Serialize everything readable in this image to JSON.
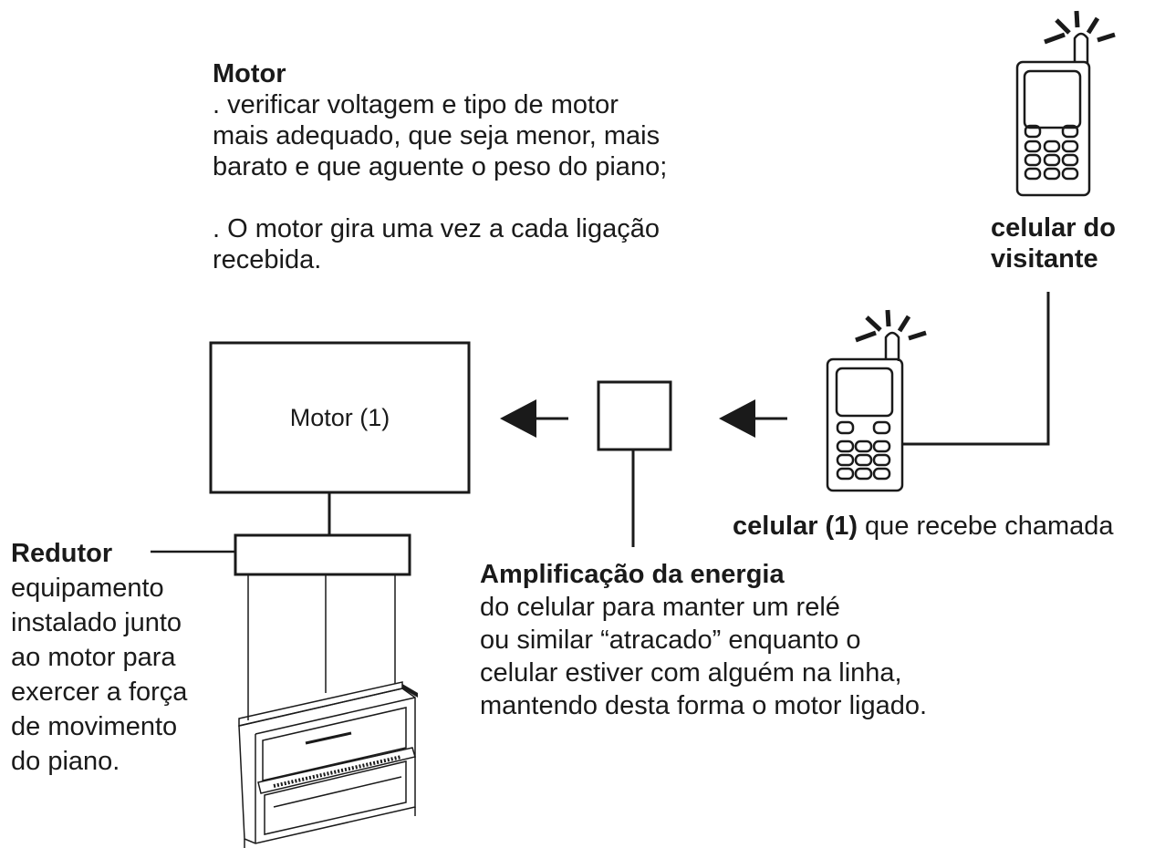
{
  "motor_note": {
    "title": "Motor",
    "lines": [
      ". verificar voltagem e tipo de motor",
      "mais adequado, que seja menor, mais",
      "barato e que aguente o peso do piano;",
      "",
      ". O motor gira uma vez a cada ligação",
      "recebida."
    ]
  },
  "motor_box": {
    "label": "Motor (1)"
  },
  "visitor_phone": {
    "caption_lines": [
      "celular do",
      "visitante"
    ]
  },
  "receiver_phone": {
    "caption_bold": "celular (1)",
    "caption_rest": " que recebe chamada"
  },
  "amplifier": {
    "title": "Amplificação da energia",
    "lines": [
      "do celular para manter um relé",
      "ou similar “atracado” enquanto o",
      "celular estiver com alguém na linha,",
      "mantendo desta forma o motor ligado."
    ]
  },
  "reducer": {
    "title": "Redutor",
    "lines": [
      "equipamento",
      "instalado junto",
      "ao motor para",
      "exercer a força",
      "de movimento",
      "do piano."
    ]
  },
  "colors": {
    "ink": "#1a1a1a",
    "background": "#ffffff"
  },
  "icons": [
    "mobile-phone-icon",
    "ringing-signal-icon",
    "arrow-left-icon",
    "upright-piano-icon"
  ]
}
